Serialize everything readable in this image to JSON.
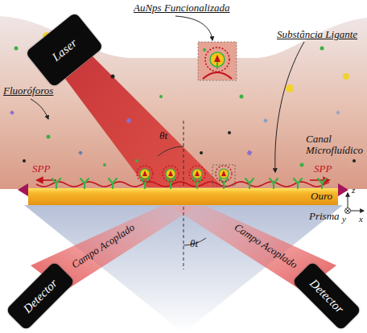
{
  "diagram": {
    "nodes": [
      {
        "text": [
          "Laser"
        ]
      },
      {
        "text": [
          "Detector"
        ]
      },
      {
        "text": [
          "Detector"
        ]
      }
    ],
    "labels": [
      "AuNps Funcionalizada",
      "Substância Ligante",
      "Fluoróforos",
      "Canal Microfluídico",
      "SPP",
      "SPP",
      "θt",
      "Ouro",
      "z",
      "y",
      "x",
      "Prisma",
      "Campo Acoplado",
      "Campo Acoplado",
      "θt"
    ]
  }
}
